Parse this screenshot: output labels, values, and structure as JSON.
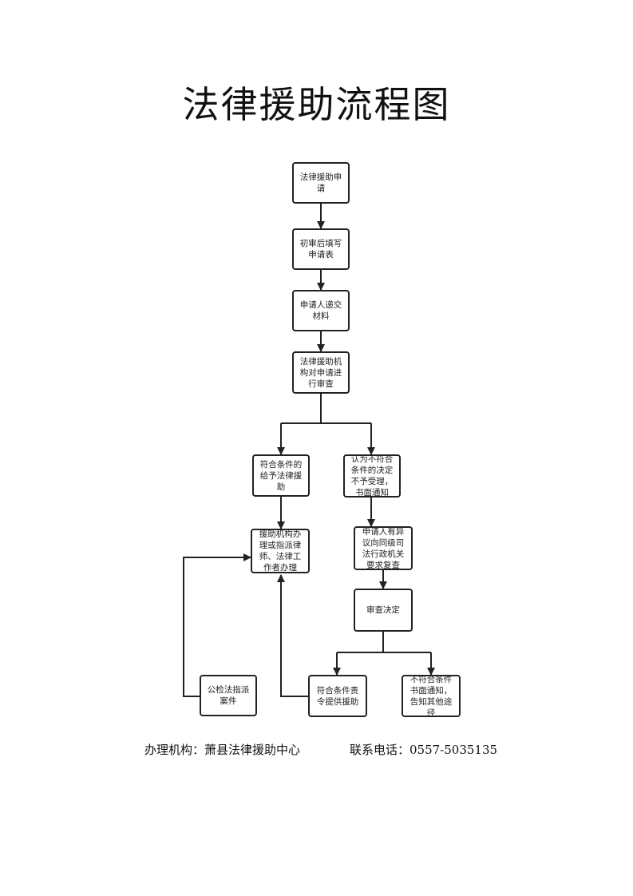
{
  "title": "法律援助流程图",
  "nodes": {
    "n1": "法律援助申请",
    "n2": "初审后填写申请表",
    "n3": "申请人递交材料",
    "n4": "法律援助机构对申请进行审查",
    "n5": "符合条件的给予法律援助",
    "n6": "认为不符合条件的决定不予受理，书面通知",
    "n7": "援助机构办理或指派律师、法律工作者办理",
    "n8": "申请人有异议向同级司法行政机关要求复查",
    "n9": "审查决定",
    "n10": "符合条件责令提供援助",
    "n11": "不符合条件书面通知，告知其他途径",
    "n12": "公检法指派案件"
  },
  "footer": {
    "org_label": "办理机构：萧县法律援助中心",
    "phone_label": "联系电话：0557-5035135"
  }
}
